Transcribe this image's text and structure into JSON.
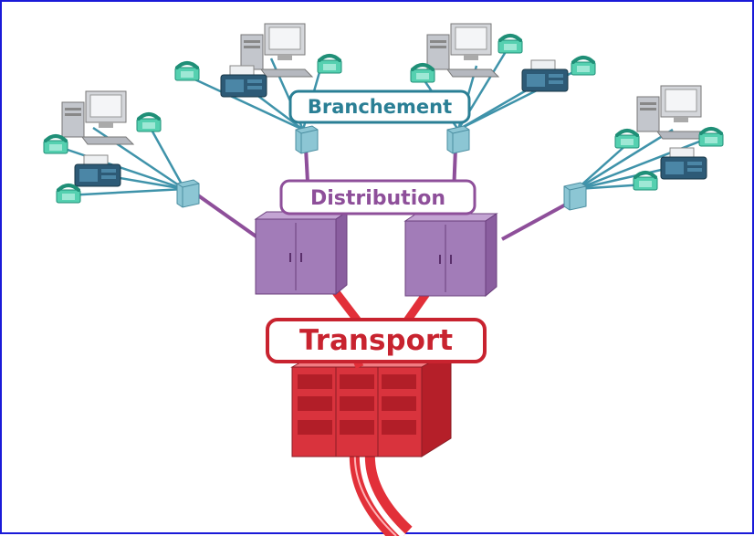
{
  "labels": {
    "branchement": "Branchement",
    "distribution": "Distribution",
    "transport": "Transport"
  },
  "colors": {
    "frame": "#1a1ad8",
    "branchement": "#2a7f95",
    "distribution": "#8e4f9a",
    "transport": "#c8232f",
    "branch_line": "#3f93aa",
    "dist_line": "#8e4f9a",
    "cabinet": "#a27cb8",
    "splitter": "#7fbfce",
    "building": "#d9333d",
    "cable": "#e23039",
    "phone": "#55d0b0",
    "computer": "#b9bcc2",
    "fax": "#2d5a76"
  },
  "icons": [
    "phone-icon",
    "computer-icon",
    "fax-icon",
    "splitter-box",
    "street-cabinet",
    "central-office-building",
    "transport-cable"
  ]
}
